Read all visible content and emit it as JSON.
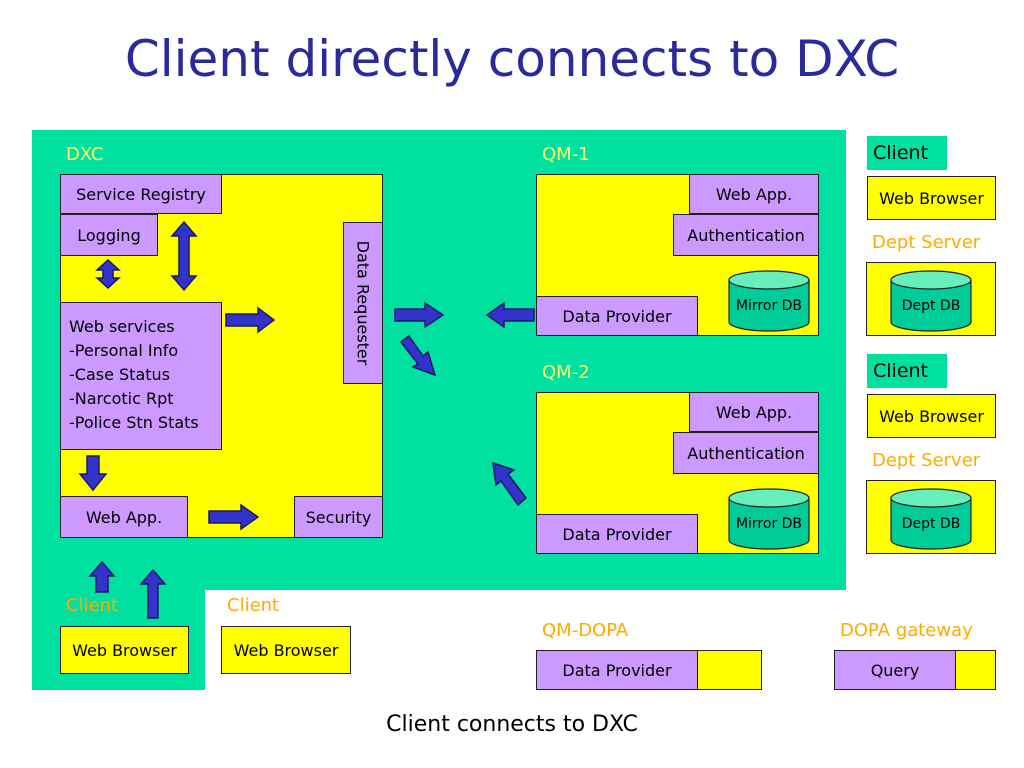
{
  "title": "Client directly connects to DXC",
  "dxc": {
    "label": "DXC",
    "service_registry": "Service Registry",
    "logging": "Logging",
    "web_services": [
      "Web services",
      "-Personal Info",
      "-Case Status",
      "-Narcotic Rpt",
      "-Police Stn Stats"
    ],
    "data_requester": "Data Requester",
    "web_app": "Web App.",
    "security": "Security"
  },
  "qm1": {
    "label": "QM-1",
    "web_app": "Web App.",
    "authentication": "Authentication",
    "data_provider": "Data Provider",
    "mirror_db": "Mirror DB"
  },
  "qm2": {
    "label": "QM-2",
    "web_app": "Web App.",
    "authentication": "Authentication",
    "data_provider": "Data Provider",
    "mirror_db": "Mirror DB"
  },
  "right_client_1": {
    "client": "Client",
    "web_browser": "Web Browser",
    "dept_server": "Dept Server",
    "dept_db": "Dept DB"
  },
  "right_client_2": {
    "client": "Client",
    "web_browser": "Web Browser",
    "dept_server": "Dept Server",
    "dept_db": "Dept DB"
  },
  "bottom_client_1": {
    "client": "Client",
    "web_browser": "Web Browser"
  },
  "bottom_client_2": {
    "client": "Client",
    "web_browser": "Web Browser"
  },
  "qm_dopa": {
    "label": "QM-DOPA",
    "data_provider": "Data Provider"
  },
  "dopa_gateway": {
    "label": "DOPA gateway",
    "query": "Query"
  },
  "footer_text": "Client connects to DXC"
}
